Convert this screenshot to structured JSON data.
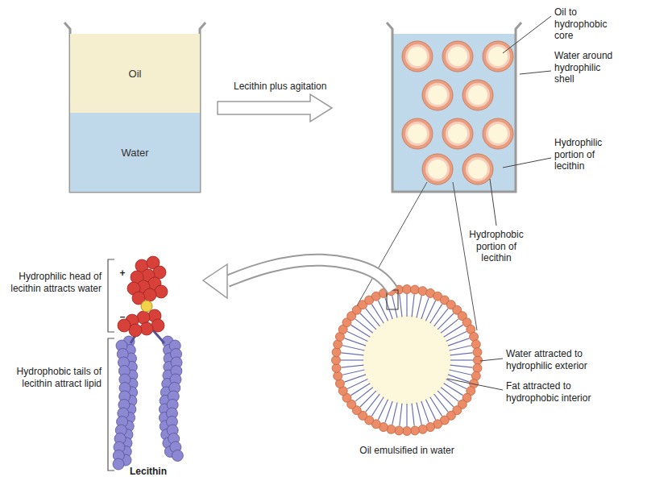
{
  "diagram": {
    "nodes": [
      {
        "text": [
          "Oil"
        ]
      },
      {
        "text": [
          "Water"
        ]
      }
    ],
    "labels": [
      "Lecithin plus agitation",
      "Oil to hydrophobic core",
      "Water around hydrophilic shell",
      "Hydrophilic portion of lecithin",
      "Hydrophobic portion of lecithin",
      "Hydrophilic head of lecithin attracts water",
      "Hydrophobic tails of lecithin attract lipid",
      "Lecithin",
      "Water attracted to hydrophilic exterior",
      "Fat attracted to hydrophobic interior",
      "Oil emulsified in water",
      "+",
      "–"
    ]
  }
}
